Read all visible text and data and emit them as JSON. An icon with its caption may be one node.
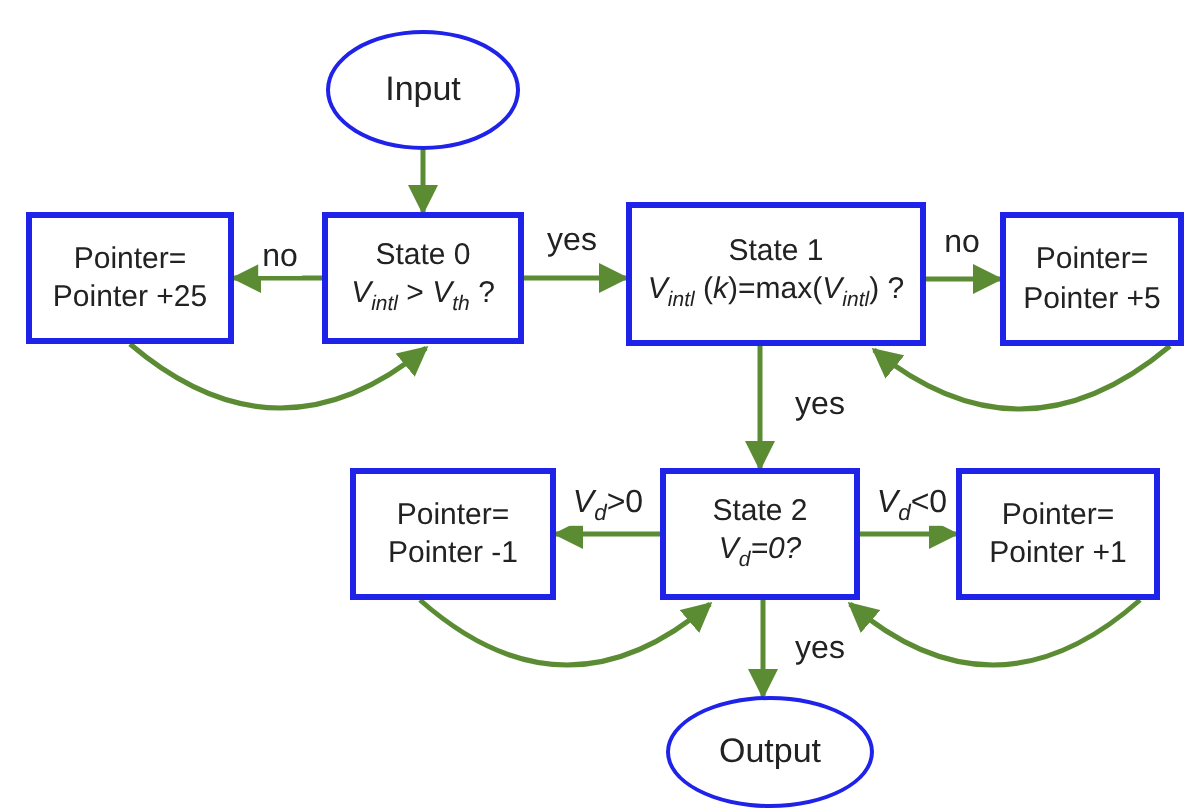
{
  "diagram": {
    "nodes": [
      {
        "text": [
          "Input"
        ]
      },
      {
        "text": [
          "Pointer= Pointer +25"
        ]
      },
      {
        "text": [
          "State 0",
          "*V*$_{intl}$ > *V*$_{th}$ ?"
        ]
      },
      {
        "text": [
          "State 1",
          "*V*$_{intl}$ (*k*)=max(*V*$_{intl}$) ?"
        ]
      },
      {
        "text": [
          "Pointer= Pointer +5"
        ]
      },
      {
        "text": [
          "Pointer= Pointer -1"
        ]
      },
      {
        "text": [
          "State 2",
          "*V*$_{d}$*=0?*"
        ]
      },
      {
        "text": [
          "Pointer= Pointer +1"
        ]
      },
      {
        "text": [
          "Output"
        ]
      }
    ],
    "edges": [
      {
        "from": 0,
        "to": 2,
        "arrow": "to"
      },
      {
        "from": 2,
        "to": 1,
        "arrow": "to",
        "label": "no"
      },
      {
        "from": 1,
        "to": 2,
        "arrow": "to"
      },
      {
        "from": 2,
        "to": 3,
        "arrow": "to",
        "label": "yes"
      },
      {
        "from": 3,
        "to": 4,
        "arrow": "to",
        "label": "no"
      },
      {
        "from": 4,
        "to": 3,
        "arrow": "to"
      },
      {
        "from": 3,
        "to": 6,
        "arrow": "to",
        "label": "yes"
      },
      {
        "from": 6,
        "to": 5,
        "arrow": "to",
        "label": "*V*$_{d}$>0"
      },
      {
        "from": 5,
        "to": 6,
        "arrow": "to"
      },
      {
        "from": 6,
        "to": 7,
        "arrow": "to",
        "label": "*V*$_{d}$<0"
      },
      {
        "from": 7,
        "to": 6,
        "arrow": "to"
      },
      {
        "from": 6,
        "to": 8,
        "arrow": "to",
        "label": "yes"
      }
    ]
  }
}
